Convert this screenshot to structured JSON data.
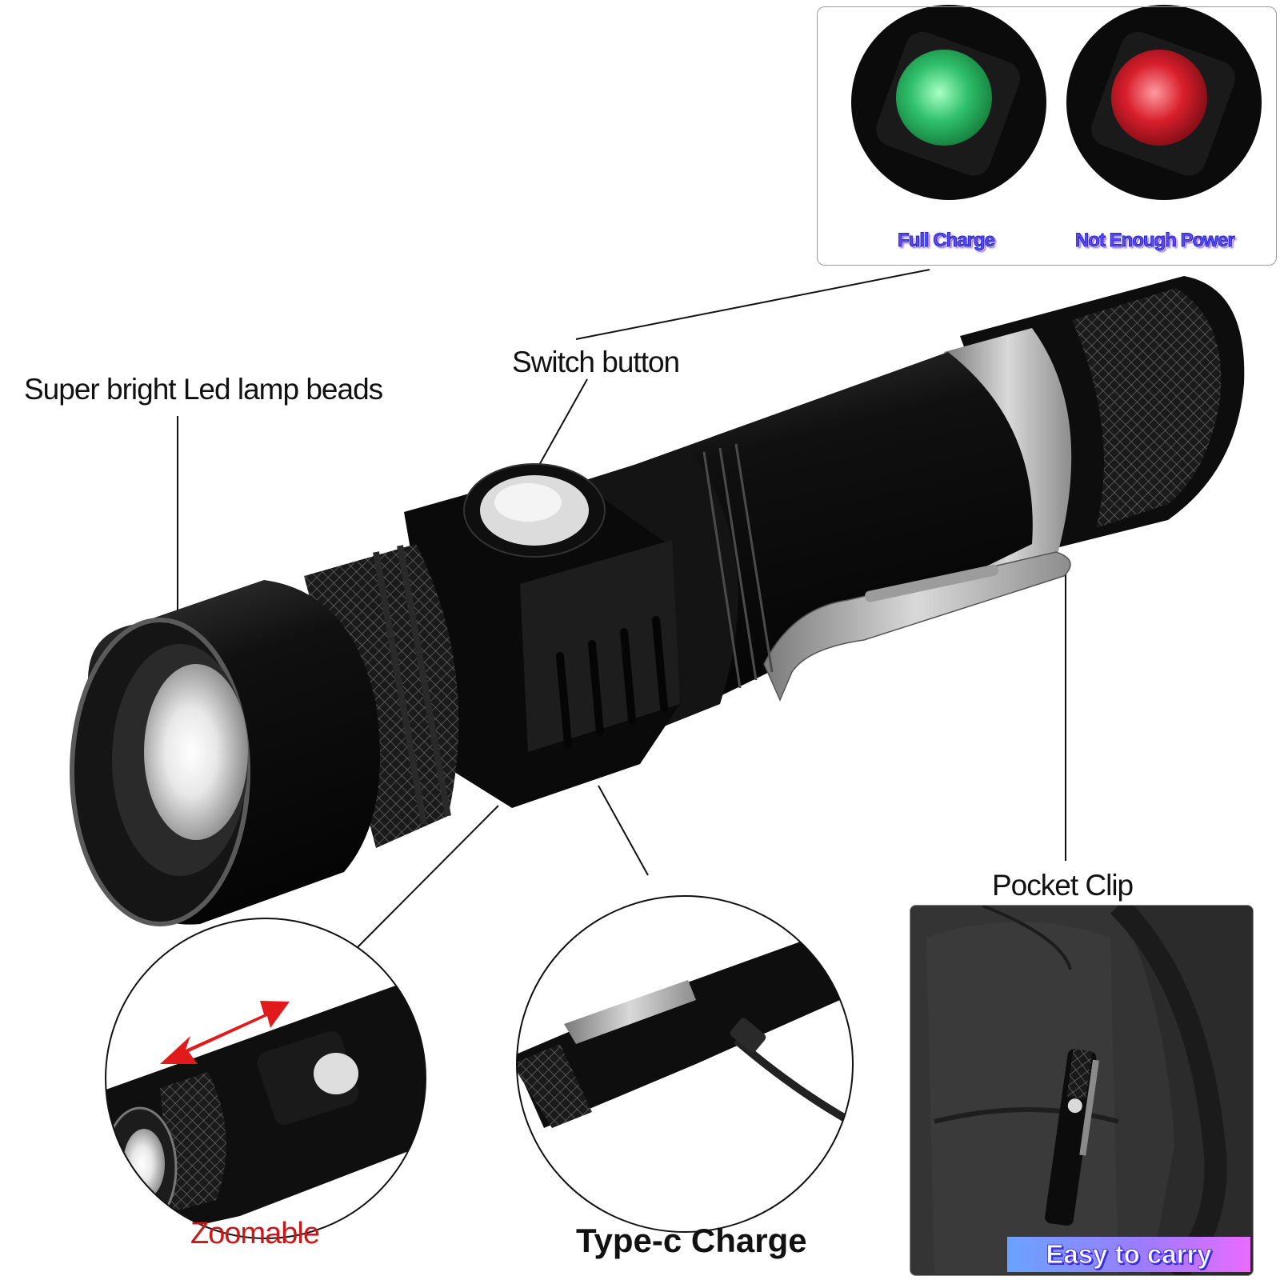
{
  "indicator": {
    "full_charge_label": "Full Charge",
    "low_power_label": "Not Enough Power",
    "full_charge_color": "#2fc06b",
    "low_power_color": "#d81f2c"
  },
  "callouts": {
    "led": "Super bright Led lamp beads",
    "switch": "Switch button",
    "pocket_clip": "Pocket Clip",
    "zoom": "Zoomable",
    "type_c": "Type-c Charge"
  },
  "carry": {
    "badge": "Easy to carry"
  },
  "colors": {
    "body": "#121212",
    "zoom_arrow": "#e11b1b"
  }
}
